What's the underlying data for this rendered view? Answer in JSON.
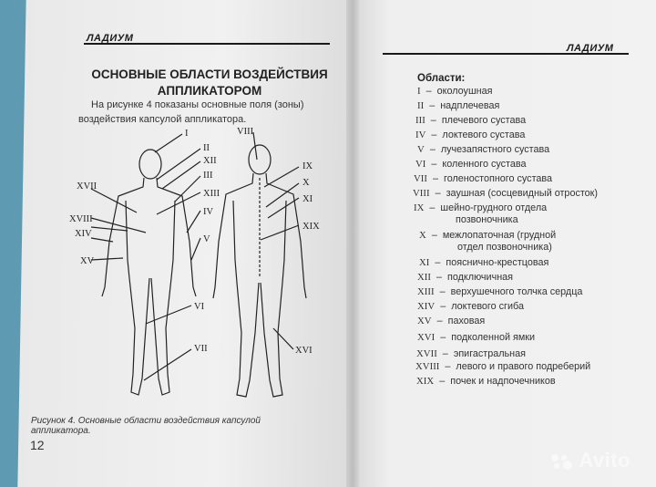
{
  "left_page": {
    "running_head": "ЛАДИУМ",
    "title": "ОСНОВНЫЕ ОБЛАСТИ ВОЗДЕЙСТВИЯ АППЛИКАТОРОМ",
    "intro": "На рисунке 4 показаны основные поля (зоны) воздействия капсулой аппликатора.",
    "figure_labels": [
      "I",
      "II",
      "XII",
      "III",
      "XIII",
      "IV",
      "V",
      "VI",
      "VII",
      "VIII",
      "IX",
      "X",
      "XI",
      "XIX",
      "XVI",
      "XVII",
      "XVIII",
      "XIV",
      "XV"
    ],
    "caption": "Рисунок 4. Основные области воздействия капсулой аппликатора.",
    "page_number": "12"
  },
  "right_page": {
    "running_head": "ЛАДИУМ",
    "areas_title": "Области:",
    "areas": [
      {
        "num": "I",
        "desc": "околоушная"
      },
      {
        "num": "II",
        "desc": "надплечевая"
      },
      {
        "num": "III",
        "desc": "плечевого сустава"
      },
      {
        "num": "IV",
        "desc": "локтевого сустава"
      },
      {
        "num": "V",
        "desc": "лучезапястного сустава"
      },
      {
        "num": "VI",
        "desc": "коленного сустава"
      },
      {
        "num": "VII",
        "desc": "голеностопного сустава"
      },
      {
        "num": "VIII",
        "desc": "заушная (сосцевидный отросток)"
      },
      {
        "num": "IX",
        "desc": "шейно-грудного отдела",
        "desc2": "позвоночника"
      },
      {
        "num": "X",
        "desc": "межлопаточная (грудной",
        "desc2": "отдел позвоночника)"
      },
      {
        "num": "XI",
        "desc": "пояснично-крестцовая"
      },
      {
        "num": "XII",
        "desc": "подключичная"
      },
      {
        "num": "XIII",
        "desc": "верхушечного толчка сердца"
      },
      {
        "num": "XIV",
        "desc": "локтевого сгиба"
      },
      {
        "num": "XV",
        "desc": "паховая"
      },
      {
        "num": "XVI",
        "desc": "подколенной ямки"
      },
      {
        "num": "XVII",
        "desc": "эпигастральная"
      },
      {
        "num": "XVIII",
        "desc": "левого и правого подреберий"
      },
      {
        "num": "XIX",
        "desc": "почек и надпочечников"
      }
    ]
  },
  "watermark": "Avito",
  "colors": {
    "background": "#5e9ab2",
    "paper": "#ececec",
    "ink": "#1a1a1a"
  }
}
